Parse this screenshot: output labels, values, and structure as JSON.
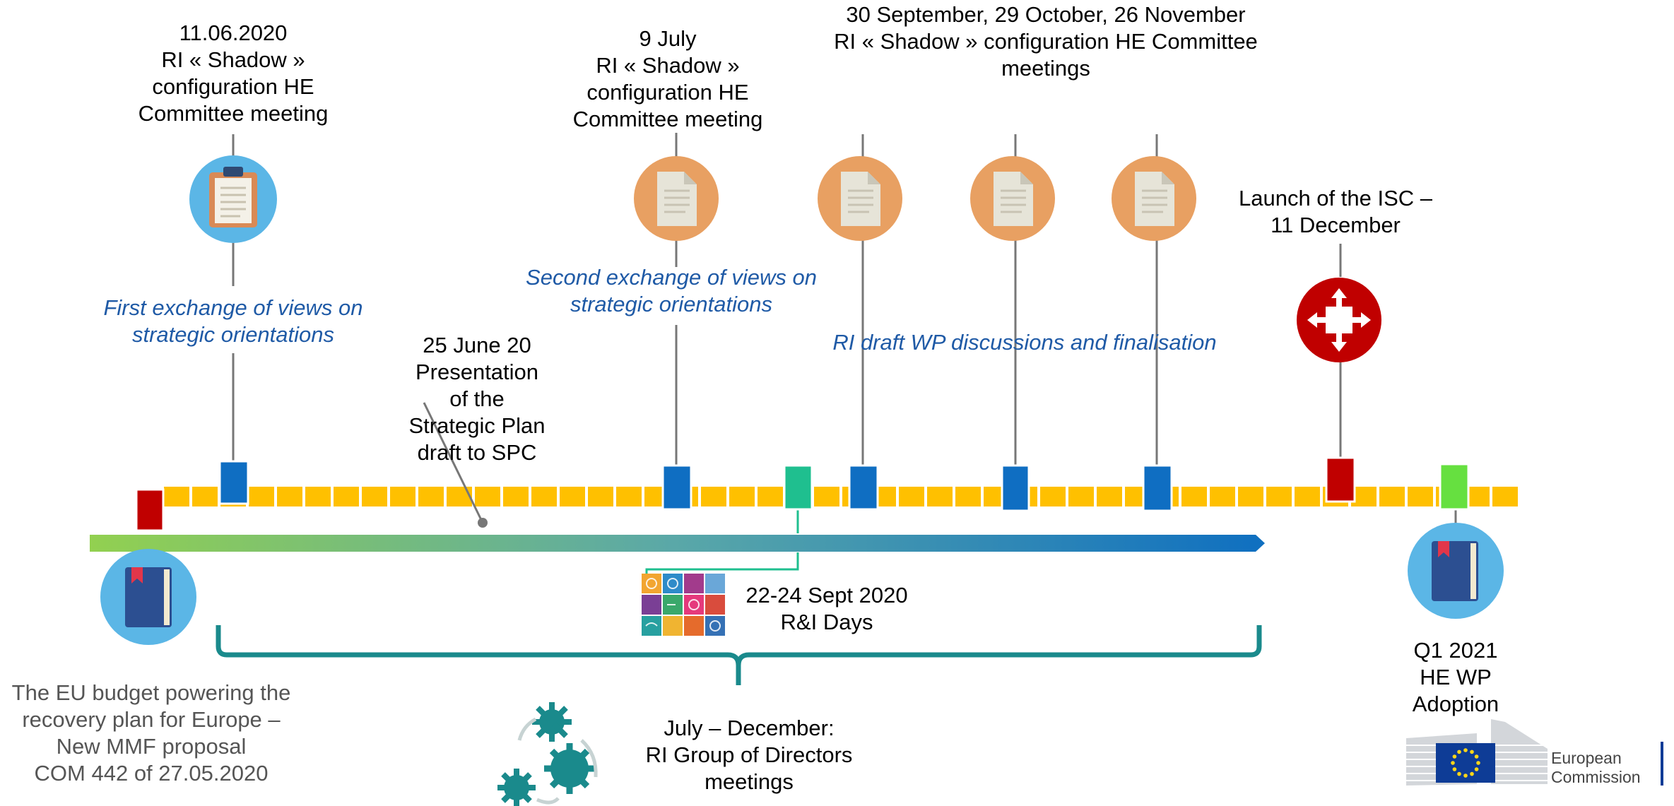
{
  "events": [
    {
      "id": "e1",
      "text": "11.06.2020\nRI « Shadow »\nconfiguration HE\nCommittee meeting"
    },
    {
      "id": "e2",
      "text": "9 July\nRI « Shadow »\nconfiguration HE\nCommittee meeting"
    },
    {
      "id": "e3",
      "text": "30 September, 29 October, 26 November\nRI « Shadow » configuration HE Committee\nmeetings"
    },
    {
      "id": "e4",
      "text": "Launch of the ISC –\n11 December"
    }
  ],
  "notes": {
    "first_exchange": "First exchange of views on\nstrategic orientations",
    "second_exchange": "Second exchange of views on\nstrategic orientations",
    "ri_draft": "RI  draft WP discussions and finalisation",
    "presentation": "25 June 20\nPresentation\nof the\nStrategic Plan\ndraft to SPC",
    "ri_days": "22-24 Sept 2020\nR&I Days",
    "budget": "The EU budget powering the\nrecovery plan for Europe  –\nNew MMF proposal\nCOM 442 of 27.05.2020",
    "directors": "July – December:\nRI Group of Directors\nmeetings",
    "adoption": "Q1 2021\nHE WP\nAdoption"
  },
  "logo": {
    "line1": "European",
    "line2": "Commission"
  },
  "colors": {
    "timeline_yellow": "#ffc000",
    "marker_blue": "#0f6ec2",
    "marker_red": "#c00000",
    "marker_teal": "#1fbf8f",
    "marker_green": "#66e040",
    "icon_orange": "#e8a062",
    "icon_lightblue": "#5bb6e6",
    "icon_red": "#c00000",
    "arrow_green": "#92d050",
    "arrow_blue": "#1070c0",
    "brace_teal": "#1a8a8c",
    "note_italic": "#1f5aa6"
  },
  "icons": [
    "clipboard-icon",
    "document-icon",
    "book-icon",
    "cross-arrows-icon",
    "gears-icon",
    "eu-flag-icon"
  ]
}
